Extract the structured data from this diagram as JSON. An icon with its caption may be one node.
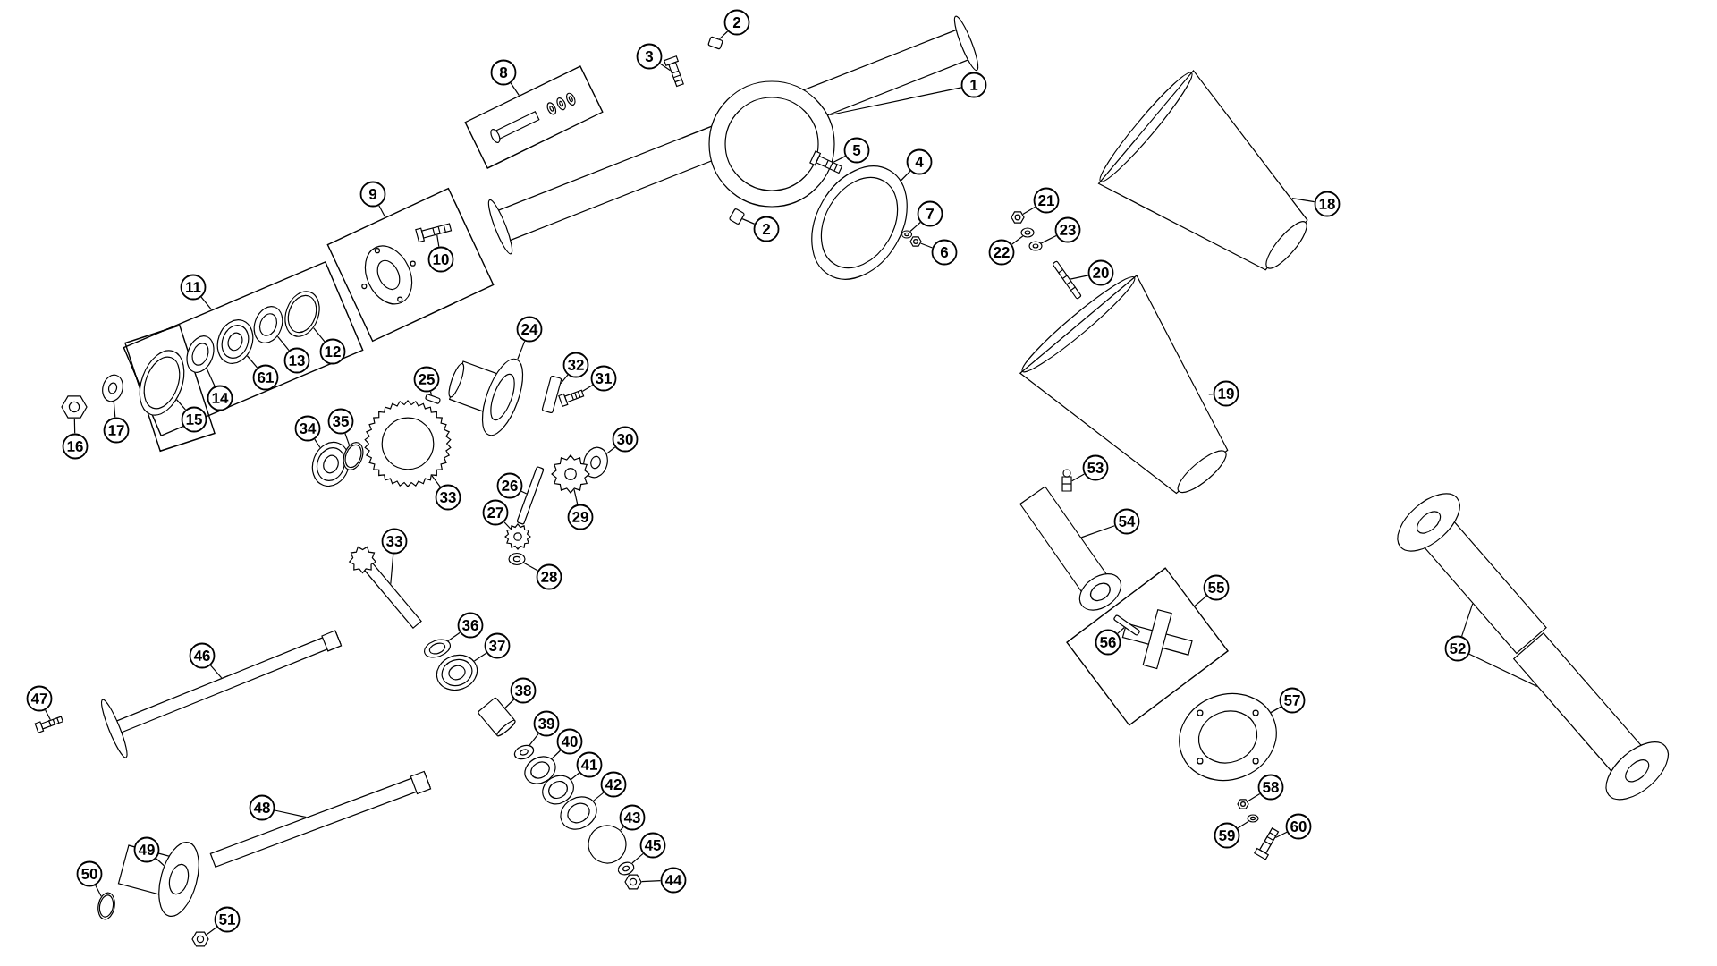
{
  "diagram": {
    "nodes": [
      {
        "text": [
          "1"
        ]
      },
      {
        "text": [],
        "shape": "picture"
      },
      {
        "text": [
          "2"
        ]
      },
      {
        "text": [],
        "shape": "picture"
      },
      {
        "text": [
          "3"
        ]
      },
      {
        "text": [],
        "shape": "picture"
      },
      {
        "text": [],
        "shape": "box"
      },
      {
        "text": [
          "8"
        ]
      },
      {
        "text": [
          "5"
        ]
      },
      {
        "text": [],
        "shape": "picture"
      },
      {
        "text": [
          "4"
        ]
      },
      {
        "text": [],
        "shape": "picture"
      },
      {
        "text": [
          "2"
        ]
      },
      {
        "text": [],
        "shape": "picture"
      },
      {
        "text": [
          "7"
        ]
      },
      {
        "text": [],
        "shape": "picture"
      },
      {
        "text": [
          "6"
        ]
      },
      {
        "text": [],
        "shape": "picture"
      },
      {
        "text": [],
        "shape": "box"
      },
      {
        "text": [
          "9"
        ]
      },
      {
        "text": [
          "10"
        ],
        "in": 18
      },
      {
        "text": [],
        "shape": "picture",
        "in": 18
      },
      {
        "text": [],
        "shape": "box"
      },
      {
        "text": [
          "11"
        ]
      },
      {
        "text": [],
        "shape": "box",
        "in": 22
      },
      {
        "text": [
          "15"
        ],
        "in": 24
      },
      {
        "text": [],
        "shape": "picture",
        "in": 24
      },
      {
        "text": [
          "14"
        ],
        "in": 22
      },
      {
        "text": [],
        "shape": "picture",
        "in": 22
      },
      {
        "text": [
          "61"
        ],
        "in": 22
      },
      {
        "text": [],
        "shape": "picture",
        "in": 22
      },
      {
        "text": [
          "13"
        ],
        "in": 22
      },
      {
        "text": [],
        "shape": "picture",
        "in": 22
      },
      {
        "text": [
          "12"
        ],
        "in": 22
      },
      {
        "text": [],
        "shape": "picture",
        "in": 22
      },
      {
        "text": [
          "16"
        ]
      },
      {
        "text": [],
        "shape": "picture"
      },
      {
        "text": [
          "17"
        ]
      },
      {
        "text": [],
        "shape": "picture"
      },
      {
        "text": [
          "24"
        ]
      },
      {
        "text": [],
        "shape": "picture"
      },
      {
        "text": [
          "25"
        ]
      },
      {
        "text": [],
        "shape": "picture"
      },
      {
        "text": [
          "32"
        ]
      },
      {
        "text": [],
        "shape": "picture"
      },
      {
        "text": [
          "31"
        ]
      },
      {
        "text": [],
        "shape": "picture"
      },
      {
        "text": [
          "34"
        ]
      },
      {
        "text": [],
        "shape": "picture"
      },
      {
        "text": [
          "35"
        ]
      },
      {
        "text": [],
        "shape": "picture"
      },
      {
        "text": [
          "33"
        ]
      },
      {
        "text": [],
        "shape": "picture"
      },
      {
        "text": [
          "30"
        ]
      },
      {
        "text": [],
        "shape": "picture"
      },
      {
        "text": [
          "26"
        ]
      },
      {
        "text": [],
        "shape": "picture"
      },
      {
        "text": [
          "29"
        ]
      },
      {
        "text": [],
        "shape": "picture"
      },
      {
        "text": [
          "27"
        ]
      },
      {
        "text": [],
        "shape": "picture"
      },
      {
        "text": [
          "28"
        ]
      },
      {
        "text": [],
        "shape": "picture"
      },
      {
        "text": [
          "33"
        ]
      },
      {
        "text": [],
        "shape": "picture"
      },
      {
        "text": [
          "36"
        ]
      },
      {
        "text": [],
        "shape": "picture"
      },
      {
        "text": [
          "37"
        ]
      },
      {
        "text": [],
        "shape": "picture"
      },
      {
        "text": [
          "38"
        ]
      },
      {
        "text": [],
        "shape": "picture"
      },
      {
        "text": [
          "39"
        ]
      },
      {
        "text": [],
        "shape": "picture"
      },
      {
        "text": [
          "40"
        ]
      },
      {
        "text": [],
        "shape": "picture"
      },
      {
        "text": [
          "41"
        ]
      },
      {
        "text": [],
        "shape": "picture"
      },
      {
        "text": [
          "42"
        ]
      },
      {
        "text": [],
        "shape": "picture"
      },
      {
        "text": [
          "43"
        ]
      },
      {
        "text": [],
        "shape": "picture"
      },
      {
        "text": [
          "45"
        ]
      },
      {
        "text": [],
        "shape": "picture"
      },
      {
        "text": [
          "44"
        ]
      },
      {
        "text": [],
        "shape": "picture"
      },
      {
        "text": [
          "46"
        ]
      },
      {
        "text": [],
        "shape": "picture"
      },
      {
        "text": [
          "47"
        ]
      },
      {
        "text": [],
        "shape": "picture"
      },
      {
        "text": [
          "48"
        ]
      },
      {
        "text": [],
        "shape": "picture"
      },
      {
        "text": [
          "49"
        ]
      },
      {
        "text": [],
        "shape": "picture"
      },
      {
        "text": [
          "50"
        ]
      },
      {
        "text": [],
        "shape": "picture"
      },
      {
        "text": [
          "51"
        ]
      },
      {
        "text": [],
        "shape": "picture"
      },
      {
        "text": [
          "21"
        ]
      },
      {
        "text": [],
        "shape": "picture"
      },
      {
        "text": [
          "22"
        ]
      },
      {
        "text": [],
        "shape": "picture"
      },
      {
        "text": [
          "23"
        ]
      },
      {
        "text": [],
        "shape": "picture"
      },
      {
        "text": [
          "20"
        ]
      },
      {
        "text": [],
        "shape": "picture"
      },
      {
        "text": [
          "18"
        ]
      },
      {
        "text": [],
        "shape": "picture"
      },
      {
        "text": [
          "19"
        ]
      },
      {
        "text": [],
        "shape": "picture"
      },
      {
        "text": [
          "53"
        ]
      },
      {
        "text": [],
        "shape": "picture"
      },
      {
        "text": [
          "54"
        ]
      },
      {
        "text": [],
        "shape": "picture"
      },
      {
        "text": [],
        "shape": "box"
      },
      {
        "text": [
          "55"
        ]
      },
      {
        "text": [
          "56"
        ],
        "in": 113
      },
      {
        "text": [],
        "shape": "picture",
        "in": 113
      },
      {
        "text": [
          "57"
        ]
      },
      {
        "text": [],
        "shape": "picture"
      },
      {
        "text": [
          "58"
        ]
      },
      {
        "text": [],
        "shape": "picture"
      },
      {
        "text": [
          "59"
        ]
      },
      {
        "text": [],
        "shape": "picture"
      },
      {
        "text": [
          "60"
        ]
      },
      {
        "text": [],
        "shape": "picture"
      },
      {
        "text": [
          "52"
        ]
      },
      {
        "text": [],
        "shape": "picture"
      },
      {
        "text": [],
        "shape": "picture"
      }
    ],
    "edges": [
      {
        "from": 0,
        "to": 1,
        "arrow": "none"
      },
      {
        "from": 2,
        "to": 3,
        "arrow": "none"
      },
      {
        "from": 4,
        "to": 5,
        "arrow": "none"
      },
      {
        "from": 7,
        "to": 6,
        "arrow": "none"
      },
      {
        "from": 8,
        "to": 9,
        "arrow": "none"
      },
      {
        "from": 10,
        "to": 11,
        "arrow": "none"
      },
      {
        "from": 12,
        "to": 13,
        "arrow": "none"
      },
      {
        "from": 14,
        "to": 15,
        "arrow": "none"
      },
      {
        "from": 16,
        "to": 17,
        "arrow": "none"
      },
      {
        "from": 19,
        "to": 18,
        "arrow": "none"
      },
      {
        "from": 20,
        "to": 21,
        "arrow": "none"
      },
      {
        "from": 23,
        "to": 22,
        "arrow": "none"
      },
      {
        "from": 25,
        "to": 26,
        "arrow": "none"
      },
      {
        "from": 27,
        "to": 28,
        "arrow": "none"
      },
      {
        "from": 29,
        "to": 30,
        "arrow": "none"
      },
      {
        "from": 31,
        "to": 32,
        "arrow": "none"
      },
      {
        "from": 33,
        "to": 34,
        "arrow": "none"
      },
      {
        "from": 35,
        "to": 36,
        "arrow": "none"
      },
      {
        "from": 37,
        "to": 38,
        "arrow": "none"
      },
      {
        "from": 39,
        "to": 40,
        "arrow": "none"
      },
      {
        "from": 41,
        "to": 42,
        "arrow": "none"
      },
      {
        "from": 43,
        "to": 44,
        "arrow": "none"
      },
      {
        "from": 45,
        "to": 46,
        "arrow": "none"
      },
      {
        "from": 47,
        "to": 48,
        "arrow": "none"
      },
      {
        "from": 49,
        "to": 50,
        "arrow": "none"
      },
      {
        "from": 51,
        "to": 52,
        "arrow": "none"
      },
      {
        "from": 53,
        "to": 54,
        "arrow": "none"
      },
      {
        "from": 55,
        "to": 56,
        "arrow": "none"
      },
      {
        "from": 57,
        "to": 58,
        "arrow": "none"
      },
      {
        "from": 59,
        "to": 60,
        "arrow": "none"
      },
      {
        "from": 61,
        "to": 62,
        "arrow": "none"
      },
      {
        "from": 63,
        "to": 64,
        "arrow": "none"
      },
      {
        "from": 65,
        "to": 66,
        "arrow": "none"
      },
      {
        "from": 67,
        "to": 68,
        "arrow": "none"
      },
      {
        "from": 69,
        "to": 70,
        "arrow": "none"
      },
      {
        "from": 71,
        "to": 72,
        "arrow": "none"
      },
      {
        "from": 73,
        "to": 74,
        "arrow": "none"
      },
      {
        "from": 75,
        "to": 76,
        "arrow": "none"
      },
      {
        "from": 77,
        "to": 78,
        "arrow": "none"
      },
      {
        "from": 79,
        "to": 80,
        "arrow": "none"
      },
      {
        "from": 81,
        "to": 82,
        "arrow": "none"
      },
      {
        "from": 83,
        "to": 84,
        "arrow": "none"
      },
      {
        "from": 85,
        "to": 86,
        "arrow": "none"
      },
      {
        "from": 87,
        "to": 88,
        "arrow": "none"
      },
      {
        "from": 89,
        "to": 90,
        "arrow": "none"
      },
      {
        "from": 91,
        "to": 92,
        "arrow": "none"
      },
      {
        "from": 93,
        "to": 94,
        "arrow": "none"
      },
      {
        "from": 95,
        "to": 96,
        "arrow": "none"
      },
      {
        "from": 97,
        "to": 98,
        "arrow": "none"
      },
      {
        "from": 99,
        "to": 100,
        "arrow": "none"
      },
      {
        "from": 101,
        "to": 102,
        "arrow": "none"
      },
      {
        "from": 103,
        "to": 104,
        "arrow": "none"
      },
      {
        "from": 105,
        "to": 106,
        "arrow": "none"
      },
      {
        "from": 107,
        "to": 108,
        "arrow": "none"
      },
      {
        "from": 109,
        "to": 110,
        "arrow": "none"
      },
      {
        "from": 111,
        "to": 112,
        "arrow": "none"
      },
      {
        "from": 114,
        "to": 113,
        "arrow": "none"
      },
      {
        "from": 115,
        "to": 116,
        "arrow": "none"
      },
      {
        "from": 117,
        "to": 118,
        "arrow": "none"
      },
      {
        "from": 119,
        "to": 120,
        "arrow": "none"
      },
      {
        "from": 121,
        "to": 122,
        "arrow": "none"
      },
      {
        "from": 123,
        "to": 124,
        "arrow": "none"
      },
      {
        "from": 125,
        "to": 126,
        "arrow": "none"
      },
      {
        "from": 125,
        "to": 127,
        "arrow": "none"
      }
    ]
  }
}
